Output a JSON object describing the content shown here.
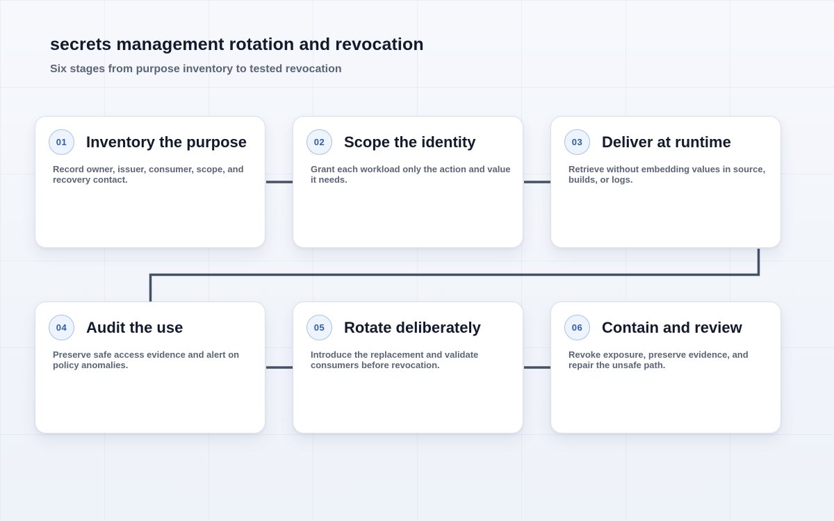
{
  "header": {
    "title": "secrets management rotation and revocation",
    "subtitle": "Six stages from purpose inventory to tested revocation"
  },
  "colors": {
    "connector": "#455266",
    "badge_text": "#2f5dab",
    "badge_border": "#a8c1ea"
  },
  "stages": [
    {
      "number": "01",
      "title": "Inventory the purpose",
      "description": "Record owner, issuer, consumer, scope, and recovery contact."
    },
    {
      "number": "02",
      "title": "Scope the identity",
      "description": "Grant each workload only the action and value it needs."
    },
    {
      "number": "03",
      "title": "Deliver at runtime",
      "description": "Retrieve without embedding values in source, builds, or logs."
    },
    {
      "number": "04",
      "title": "Audit the use",
      "description": "Preserve safe access evidence and alert on policy anomalies."
    },
    {
      "number": "05",
      "title": "Rotate deliberately",
      "description": "Introduce the replacement and validate consumers before revocation."
    },
    {
      "number": "06",
      "title": "Contain and review",
      "description": "Revoke exposure, preserve evidence, and repair the unsafe path."
    }
  ]
}
